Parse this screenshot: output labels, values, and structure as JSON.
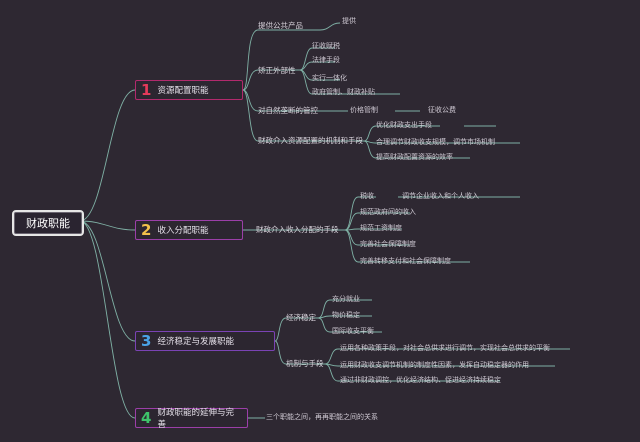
{
  "root": {
    "label": "财政职能"
  },
  "branches": [
    {
      "num": "1",
      "label": "资源配置职能",
      "children": [
        {
          "label": "提供公共产品",
          "note": "提供"
        },
        {
          "label": "矫正外部性",
          "items": [
            "征收赋税",
            "法律手段",
            "实行一体化",
            "政府管制、财政补贴"
          ]
        },
        {
          "label": "对自然垄断的管控",
          "sub": "价格管制",
          "sub2": "征收公费"
        },
        {
          "label": "财政介入资源配置的机制和手段",
          "items": [
            "优化财政支出手段",
            "合理调节财政收支规模，调节市场机制",
            "提高财政配置资源的效率"
          ]
        }
      ]
    },
    {
      "num": "2",
      "label": "收入分配职能",
      "children": [
        {
          "label": "财政介入收入分配的手段",
          "items": [
            "税收",
            "规范政府间的收入",
            "规范工资制度",
            "完善社会保障制度",
            "完善转移支付和社会保障制度"
          ],
          "sub": "调节企业收入和个人收入"
        }
      ]
    },
    {
      "num": "3",
      "label": "经济稳定与发展职能",
      "children": [
        {
          "label": "经济稳定",
          "items": [
            "充分就业",
            "物价稳定",
            "国际收支平衡"
          ]
        },
        {
          "label": "机制与手段",
          "items": [
            "运用各种政策手段，对社会总供求进行调节，实现社会总供求的平衡",
            "运用财政收支调节机制的制度性因素，发挥自动稳定器的作用",
            "通过非财政调控，优化经济结构、促进经济持续稳定"
          ]
        }
      ]
    },
    {
      "num": "4",
      "label": "财政职能的延伸与完善",
      "children": [
        {
          "label": "三个职能之间，再再职能之间的关系"
        }
      ]
    }
  ]
}
